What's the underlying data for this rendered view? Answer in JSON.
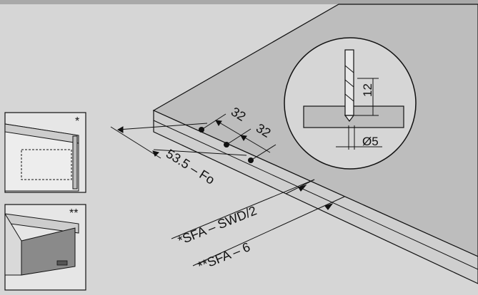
{
  "dimensions": {
    "spacing_1": "32",
    "spacing_2": "32",
    "side_offset": "53.5 – Fo",
    "label_sfa_swd": "*SFA – SWD/2",
    "label_sfa_6": "**SFA – 6",
    "drill_depth": "12",
    "drill_diameter": "Ø5"
  },
  "insets": {
    "top_marker": "*",
    "bottom_marker": "**"
  },
  "colors": {
    "background": "#d6d6d6",
    "panel_top": "#bdbdbd",
    "panel_edge": "#cfcfcf",
    "line": "#111111"
  }
}
